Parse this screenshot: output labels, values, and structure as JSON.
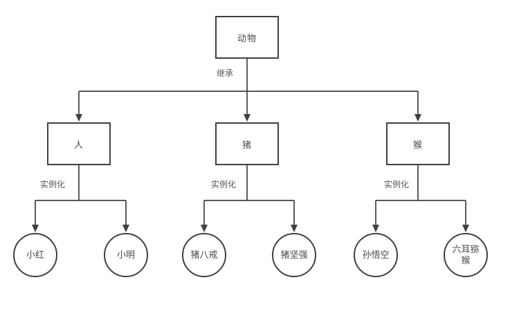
{
  "diagram": {
    "root": {
      "label": "动物"
    },
    "edges": {
      "inherit_label": "继承",
      "instantiate_label": "实例化"
    },
    "classes": [
      {
        "label": "人"
      },
      {
        "label": "猪"
      },
      {
        "label": "猴"
      }
    ],
    "instances": [
      {
        "label": "小红"
      },
      {
        "label": "小明"
      },
      {
        "label": "猪八戒"
      },
      {
        "label": "猪坚强"
      },
      {
        "label": "孙悟空"
      },
      {
        "label": "六耳猕猴"
      }
    ],
    "colors": {
      "line": "#3f3f3f",
      "text": "#4a4a4a",
      "background": "#ffffff"
    }
  }
}
